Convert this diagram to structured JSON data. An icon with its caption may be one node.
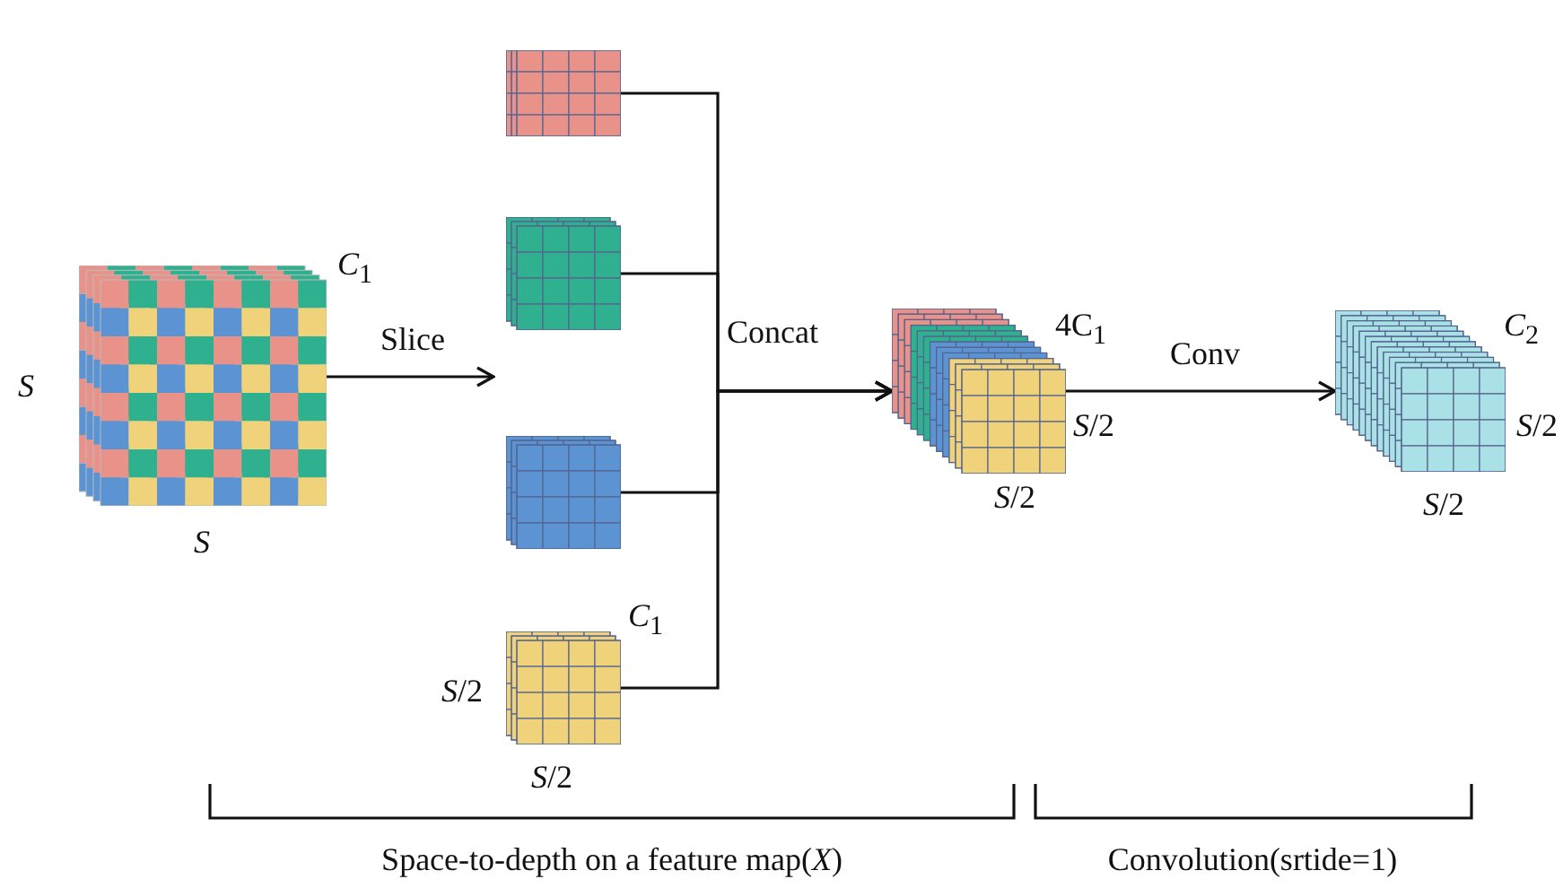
{
  "diagram": {
    "nodes": [
      {
        "text": [],
        "shape": "picture",
        "beside": [
          "*C*$_{1}$",
          "*S*",
          "*S*"
        ]
      },
      {
        "text": [],
        "shape": "picture"
      },
      {
        "text": [],
        "shape": "picture"
      },
      {
        "text": [],
        "shape": "picture"
      },
      {
        "text": [],
        "shape": "picture",
        "beside": [
          "*C*$_{1}$",
          "*S*/2",
          "*S*/2"
        ]
      },
      {
        "text": [],
        "shape": "picture",
        "beside": [
          "4C$_{1}$",
          "*S*/2",
          "*S*/2"
        ]
      },
      {
        "text": [],
        "shape": "picture",
        "beside": [
          "*C*$_{2}$",
          "*S*/2",
          "*S*/2"
        ]
      }
    ],
    "edges": [
      {
        "from": 0,
        "to": null,
        "arrow": "to",
        "label": "Slice"
      },
      {
        "from": 1,
        "to": 5,
        "arrow": "to"
      },
      {
        "from": 2,
        "to": 5,
        "arrow": "to"
      },
      {
        "from": 3,
        "to": 5,
        "arrow": "to",
        "label": "Concat"
      },
      {
        "from": 4,
        "to": 5,
        "arrow": "to"
      },
      {
        "from": 5,
        "to": 6,
        "arrow": "to",
        "label": "Conv"
      }
    ],
    "labels": [
      "Space-to-depth on a feature map(*X*)",
      "Convolution(srtide=1)"
    ]
  }
}
